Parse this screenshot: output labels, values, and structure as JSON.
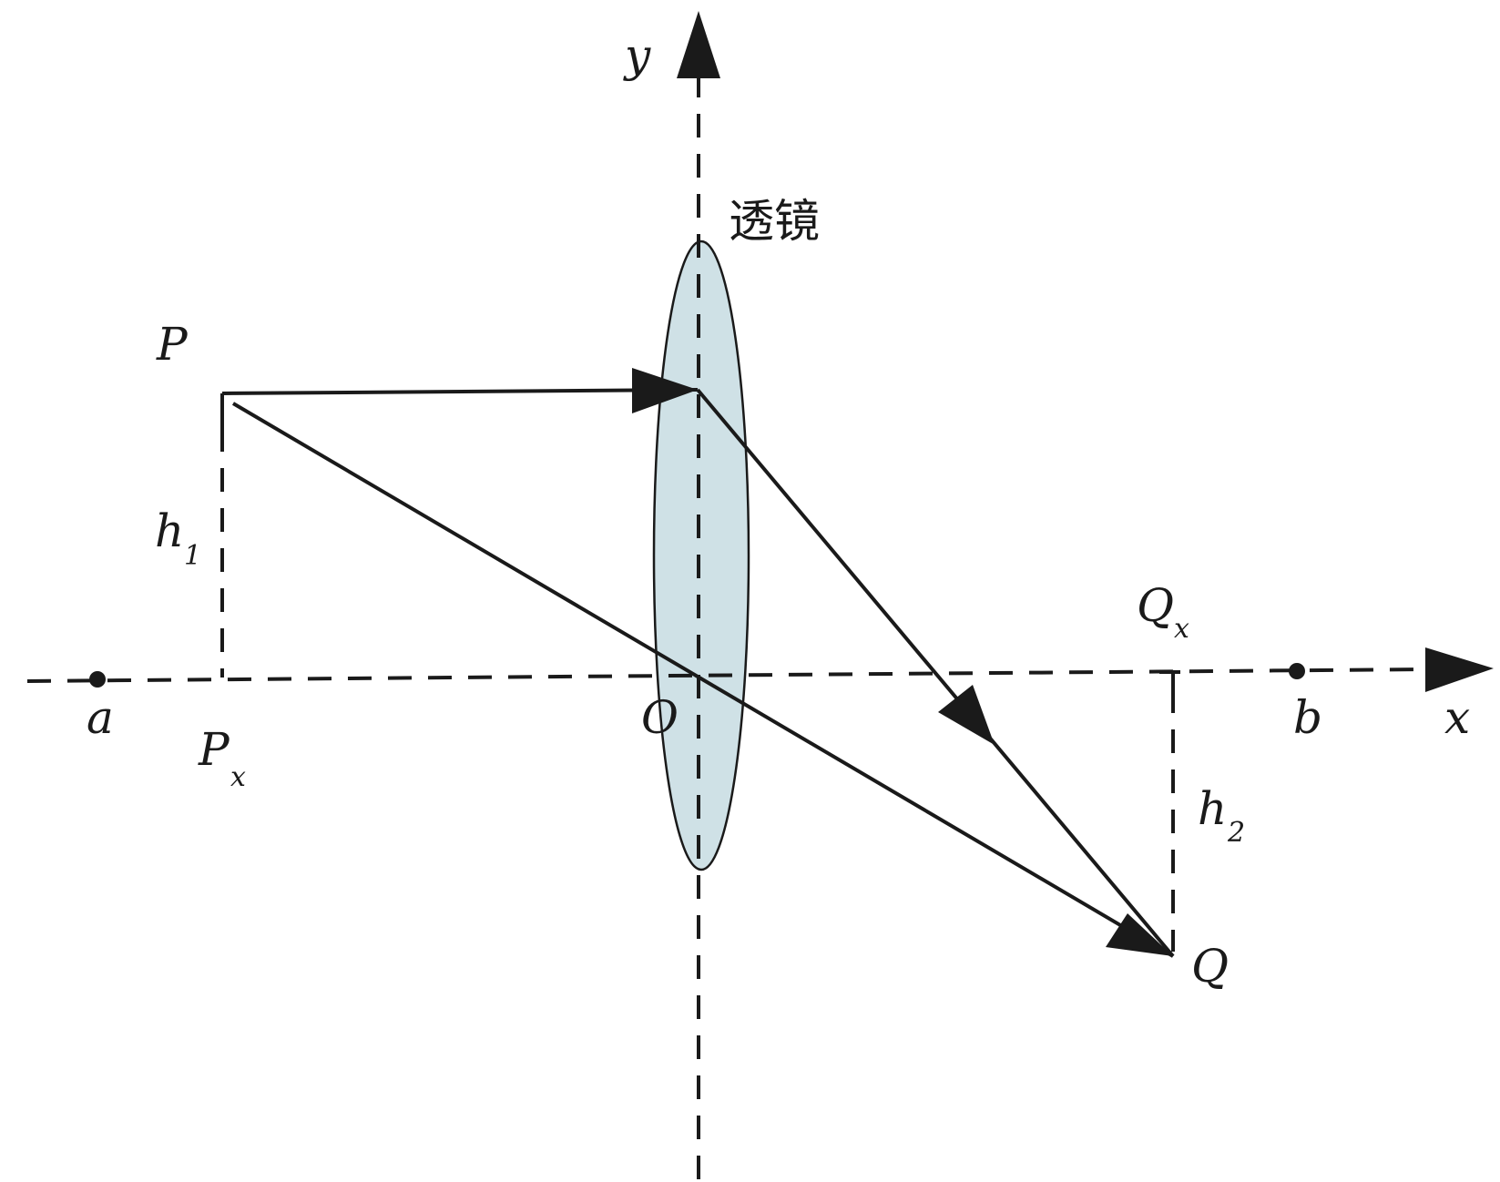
{
  "labels": {
    "y_axis": "y",
    "x_axis": "x",
    "lens": "透镜",
    "P": "P",
    "Px_main": "P",
    "Px_sub": "x",
    "h1_main": "h",
    "h1_sub": "1",
    "a": "a",
    "O": "O",
    "Qx_main": "Q",
    "Qx_sub": "x",
    "b": "b",
    "h2_main": "h",
    "h2_sub": "2",
    "Q": "Q"
  },
  "colors": {
    "line": "#1a1a1a",
    "lens_fill": "#cfe1e6",
    "background": "#ffffff"
  }
}
